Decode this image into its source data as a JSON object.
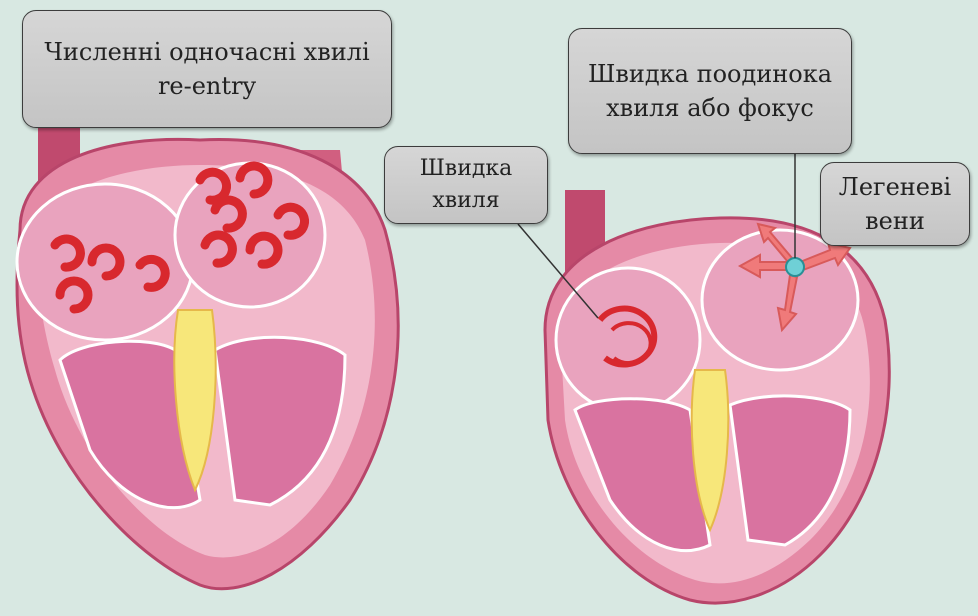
{
  "callouts": {
    "multiple_waves": {
      "line1": "Численні одночасні хвилі",
      "line2": "re-entry"
    },
    "fast_wave": {
      "line1": "Швидка",
      "line2": "хвиля"
    },
    "fast_single_wave": {
      "line1": "Швидка поодинока",
      "line2": "хвиля або фокус"
    },
    "pulmonary_veins": {
      "line1": "Легеневі",
      "line2": "вени"
    }
  },
  "colors": {
    "background": "#d8e8e2",
    "heart_outer": "#e58aa6",
    "heart_inner": "#f2b9cb",
    "chamber": "#e9a3be",
    "arrow": "#d8282e",
    "focus_dot": "#6fd0d6",
    "callout_fill": "#cfcfcf"
  }
}
